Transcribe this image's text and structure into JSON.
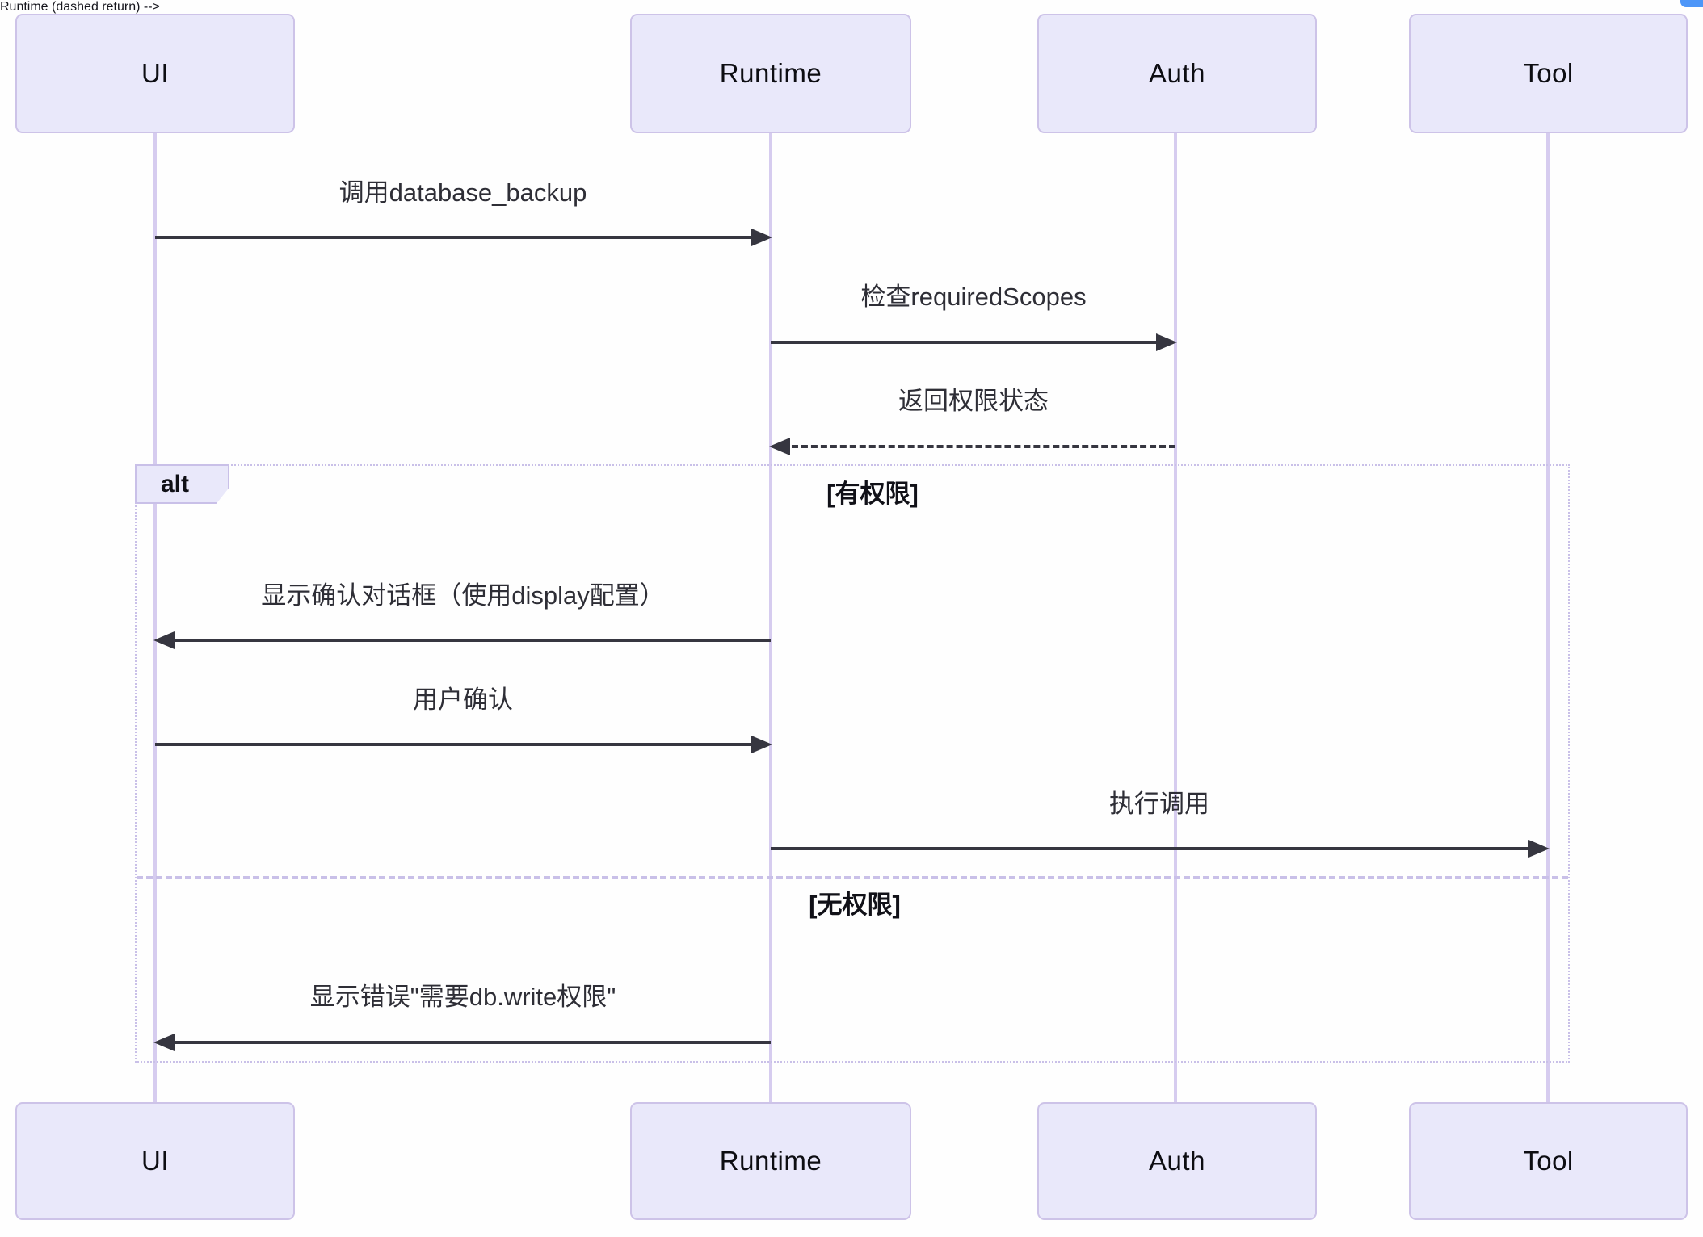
{
  "diagram": {
    "actors": [
      {
        "id": "ui",
        "label": "UI"
      },
      {
        "id": "runtime",
        "label": "Runtime"
      },
      {
        "id": "auth",
        "label": "Auth"
      },
      {
        "id": "tool",
        "label": "Tool"
      }
    ],
    "messages": [
      {
        "from": "UI",
        "to": "Runtime",
        "label": "调用database_backup",
        "line": "solid"
      },
      {
        "from": "Runtime",
        "to": "Auth",
        "label": "检查requiredScopes",
        "line": "solid"
      },
      {
        "from": "Auth",
        "to": "Runtime",
        "label": "返回权限状态",
        "line": "dashed"
      },
      {
        "from": "Runtime",
        "to": "UI",
        "label": "显示确认对话框（使用display配置）",
        "line": "solid"
      },
      {
        "from": "UI",
        "to": "Runtime",
        "label": "用户确认",
        "line": "solid"
      },
      {
        "from": "Runtime",
        "to": "Tool",
        "label": "执行调用",
        "line": "solid"
      },
      {
        "from": "Runtime",
        "to": "UI",
        "label": "显示错误\"需要db.write权限\"",
        "line": "solid"
      }
    ],
    "alt_frame": {
      "label": "alt",
      "sections": [
        {
          "condition": "[有权限]"
        },
        {
          "condition": "[无权限]"
        }
      ]
    },
    "colors": {
      "actor_fill": "#e9e8fa",
      "actor_border": "#cdc3e8",
      "lifeline": "#d6ccef",
      "frame_border": "#c9c0e8",
      "arrow": "#363640",
      "overlay_chip": "#4d96f8"
    }
  }
}
